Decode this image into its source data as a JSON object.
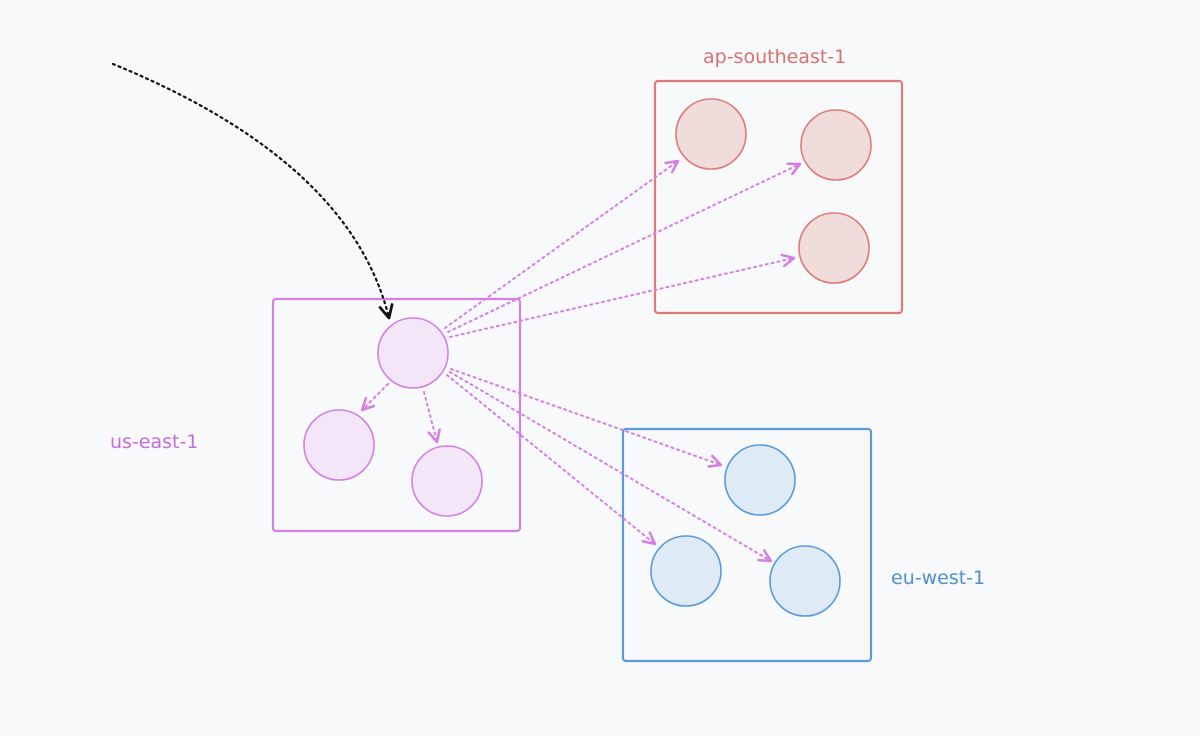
{
  "colors": {
    "background": "#f8f9fa",
    "us_east": {
      "stroke": "#d37fe6",
      "fill": "#f2e6f8",
      "label": "#c76bdf"
    },
    "ap_southeast": {
      "stroke": "#e07a7a",
      "fill": "#f1dcdc",
      "label": "#d96f6f"
    },
    "eu_west": {
      "stroke": "#5a9bd8",
      "fill": "#dfeaf7",
      "label": "#4f8fd0"
    },
    "incoming_arrow": "#111111"
  },
  "regions": {
    "us_east": {
      "label": "us-east-1"
    },
    "ap_southeast": {
      "label": "ap-southeast-1"
    },
    "eu_west": {
      "label": "eu-west-1"
    }
  }
}
